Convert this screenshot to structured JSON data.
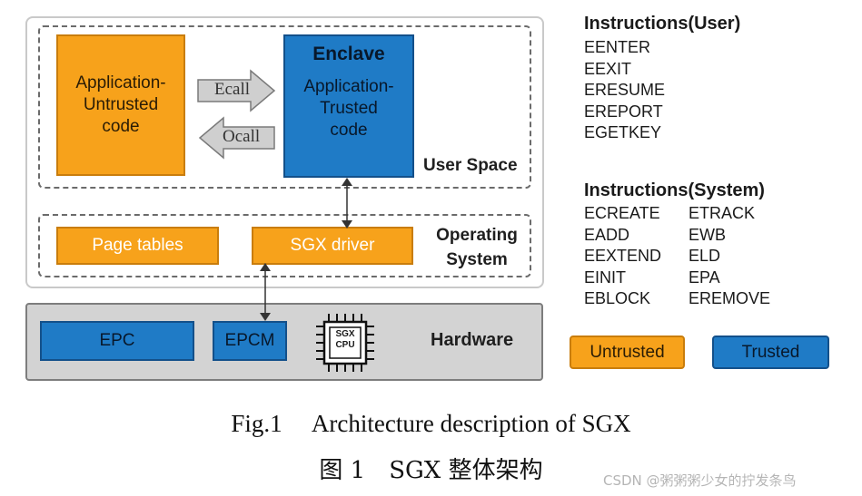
{
  "diagram": {
    "app_untrusted": "Application-\nUntrusted\ncode",
    "enclave_title": "Enclave",
    "app_trusted": "Application-\nTrusted\ncode",
    "ecall": "Ecall",
    "ocall": "Ocall",
    "user_space": "User Space",
    "page_tables": "Page tables",
    "sgx_driver": "SGX driver",
    "operating_system": "Operating\nSystem",
    "epc": "EPC",
    "epcm": "EPCM",
    "chip": "SGX\nCPU",
    "hardware": "Hardware"
  },
  "instructions_user": {
    "title": "Instructions(User)",
    "items": [
      "EENTER",
      "EEXIT",
      "ERESUME",
      "EREPORT",
      "EGETKEY"
    ]
  },
  "instructions_system": {
    "title": "Instructions(System)",
    "left": [
      "ECREATE",
      "EADD",
      "EEXTEND",
      "EINIT",
      "EBLOCK"
    ],
    "right": [
      "ETRACK",
      "EWB",
      "ELD",
      "EPA",
      "EREMOVE"
    ]
  },
  "legend": {
    "untrusted": "Untrusted",
    "trusted": "Trusted",
    "untrusted_color": "#f7a21b",
    "trusted_color": "#1f7bc6"
  },
  "caption": {
    "en": "Fig.1  Architecture description of SGX",
    "zh": "图 1 SGX 整体架构"
  },
  "watermark": "CSDN @粥粥粥少女的拧发条鸟"
}
